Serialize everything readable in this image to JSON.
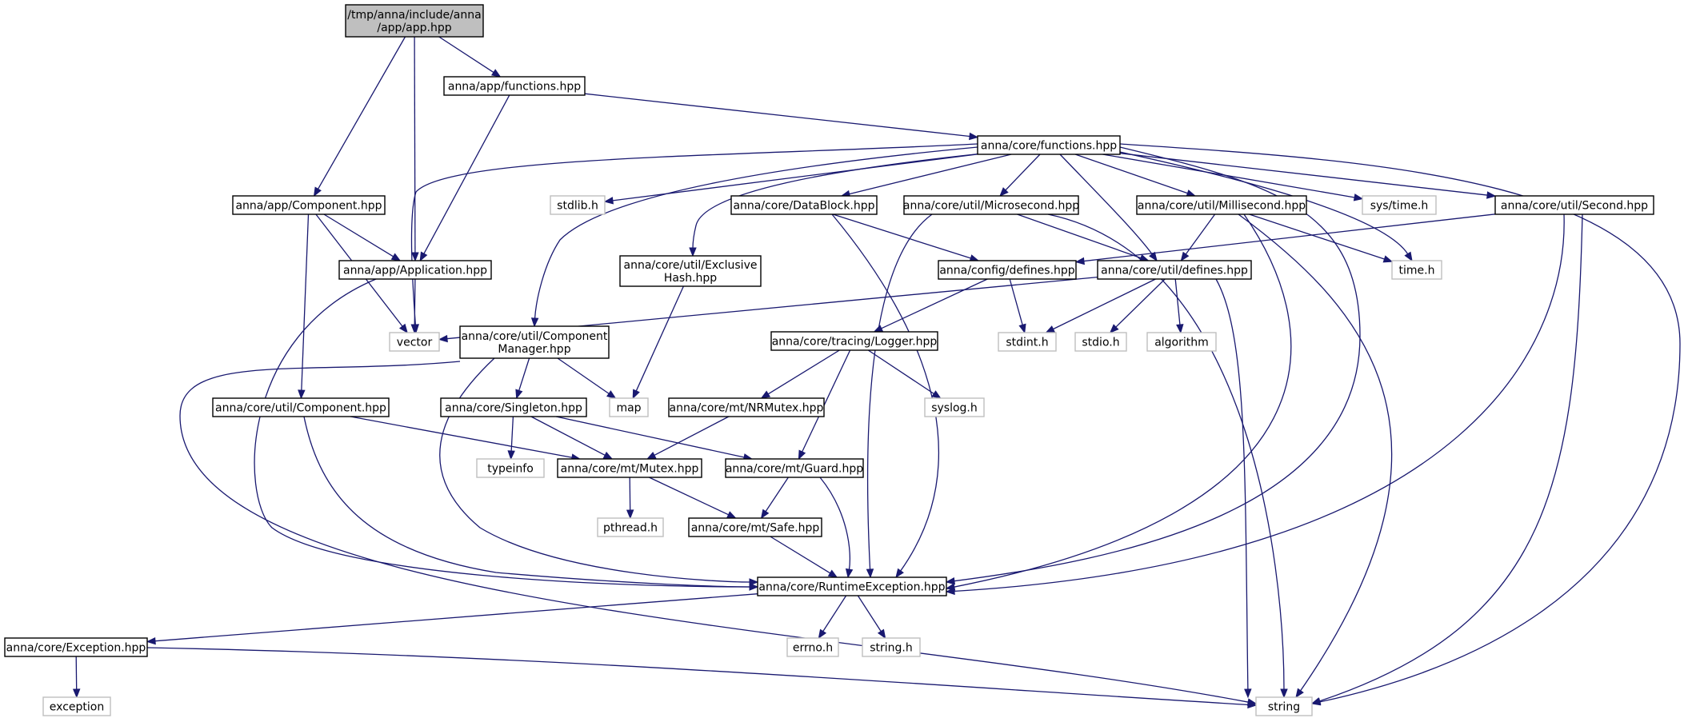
{
  "title": "",
  "colors": {
    "edge": "#191970",
    "root_fill": "#bfbfbf",
    "node_border": "#000000",
    "system_border": "#bfbfbf",
    "background": "#ffffff"
  },
  "nodes": {
    "app": {
      "lines": [
        "/tmp/anna/include/anna",
        "/app/app.hpp"
      ],
      "kind": "root"
    },
    "appfunc": {
      "lines": [
        "anna/app/functions.hpp"
      ],
      "kind": "project"
    },
    "corefunc": {
      "lines": [
        "anna/core/functions.hpp"
      ],
      "kind": "project"
    },
    "appcomp": {
      "lines": [
        "anna/app/Component.hpp"
      ],
      "kind": "project"
    },
    "appappl": {
      "lines": [
        "anna/app/Application.hpp"
      ],
      "kind": "project"
    },
    "vector": {
      "lines": [
        "vector"
      ],
      "kind": "system"
    },
    "stdlib": {
      "lines": [
        "stdlib.h"
      ],
      "kind": "system"
    },
    "datablock": {
      "lines": [
        "anna/core/DataBlock.hpp"
      ],
      "kind": "project"
    },
    "micro": {
      "lines": [
        "anna/core/util/Microsecond.hpp"
      ],
      "kind": "project"
    },
    "milli": {
      "lines": [
        "anna/core/util/Millisecond.hpp"
      ],
      "kind": "project"
    },
    "systime": {
      "lines": [
        "sys/time.h"
      ],
      "kind": "system"
    },
    "second": {
      "lines": [
        "anna/core/util/Second.hpp"
      ],
      "kind": "project"
    },
    "timeh": {
      "lines": [
        "time.h"
      ],
      "kind": "system"
    },
    "exclhash": {
      "lines": [
        "anna/core/util/Exclusive",
        "Hash.hpp"
      ],
      "kind": "project"
    },
    "cfgdef": {
      "lines": [
        "anna/config/defines.hpp"
      ],
      "kind": "project"
    },
    "utildef": {
      "lines": [
        "anna/core/util/defines.hpp"
      ],
      "kind": "project"
    },
    "compmgr": {
      "lines": [
        "anna/core/util/Component",
        "Manager.hpp"
      ],
      "kind": "project"
    },
    "logger": {
      "lines": [
        "anna/core/tracing/Logger.hpp"
      ],
      "kind": "project"
    },
    "stdint": {
      "lines": [
        "stdint.h"
      ],
      "kind": "system"
    },
    "stdio": {
      "lines": [
        "stdio.h"
      ],
      "kind": "system"
    },
    "algorithm": {
      "lines": [
        "algorithm"
      ],
      "kind": "system"
    },
    "utilcomp": {
      "lines": [
        "anna/core/util/Component.hpp"
      ],
      "kind": "project"
    },
    "singleton": {
      "lines": [
        "anna/core/Singleton.hpp"
      ],
      "kind": "project"
    },
    "map": {
      "lines": [
        "map"
      ],
      "kind": "system"
    },
    "nrmutex": {
      "lines": [
        "anna/core/mt/NRMutex.hpp"
      ],
      "kind": "project"
    },
    "syslog": {
      "lines": [
        "syslog.h"
      ],
      "kind": "system"
    },
    "typeinfo": {
      "lines": [
        "typeinfo"
      ],
      "kind": "system"
    },
    "mutex": {
      "lines": [
        "anna/core/mt/Mutex.hpp"
      ],
      "kind": "project"
    },
    "guard": {
      "lines": [
        "anna/core/mt/Guard.hpp"
      ],
      "kind": "project"
    },
    "pthread": {
      "lines": [
        "pthread.h"
      ],
      "kind": "system"
    },
    "safe": {
      "lines": [
        "anna/core/mt/Safe.hpp"
      ],
      "kind": "project"
    },
    "rtexc": {
      "lines": [
        "anna/core/RuntimeException.hpp"
      ],
      "kind": "project"
    },
    "exc": {
      "lines": [
        "anna/core/Exception.hpp"
      ],
      "kind": "project"
    },
    "errno": {
      "lines": [
        "errno.h"
      ],
      "kind": "system"
    },
    "stringh": {
      "lines": [
        "string.h"
      ],
      "kind": "system"
    },
    "exception": {
      "lines": [
        "exception"
      ],
      "kind": "system"
    },
    "string": {
      "lines": [
        "string"
      ],
      "kind": "system"
    }
  },
  "edges": [
    [
      "app",
      "appfunc"
    ],
    [
      "app",
      "appcomp"
    ],
    [
      "app",
      "appappl"
    ],
    [
      "appfunc",
      "corefunc"
    ],
    [
      "appfunc",
      "appappl"
    ],
    [
      "appcomp",
      "appappl"
    ],
    [
      "appcomp",
      "vector"
    ],
    [
      "appcomp",
      "utilcomp"
    ],
    [
      "appappl",
      "vector"
    ],
    [
      "appappl",
      "rtexc"
    ],
    [
      "corefunc",
      "vector"
    ],
    [
      "corefunc",
      "stdlib"
    ],
    [
      "corefunc",
      "compmgr"
    ],
    [
      "corefunc",
      "exclhash"
    ],
    [
      "corefunc",
      "datablock"
    ],
    [
      "corefunc",
      "micro"
    ],
    [
      "corefunc",
      "utildef"
    ],
    [
      "corefunc",
      "milli"
    ],
    [
      "corefunc",
      "systime"
    ],
    [
      "corefunc",
      "second"
    ],
    [
      "corefunc",
      "timeh"
    ],
    [
      "corefunc",
      "rtexc"
    ],
    [
      "corefunc",
      "string"
    ],
    [
      "datablock",
      "cfgdef"
    ],
    [
      "datablock",
      "rtexc"
    ],
    [
      "micro",
      "utildef"
    ],
    [
      "micro",
      "rtexc"
    ],
    [
      "micro",
      "string"
    ],
    [
      "milli",
      "utildef"
    ],
    [
      "milli",
      "timeh"
    ],
    [
      "milli",
      "rtexc"
    ],
    [
      "milli",
      "string"
    ],
    [
      "second",
      "cfgdef"
    ],
    [
      "second",
      "rtexc"
    ],
    [
      "second",
      "string"
    ],
    [
      "exclhash",
      "map"
    ],
    [
      "cfgdef",
      "stdint"
    ],
    [
      "cfgdef",
      "logger"
    ],
    [
      "utildef",
      "vector"
    ],
    [
      "utildef",
      "stdint"
    ],
    [
      "utildef",
      "stdio"
    ],
    [
      "utildef",
      "algorithm"
    ],
    [
      "utildef",
      "string"
    ],
    [
      "compmgr",
      "singleton"
    ],
    [
      "compmgr",
      "map"
    ],
    [
      "compmgr",
      "rtexc"
    ],
    [
      "compmgr",
      "string"
    ],
    [
      "logger",
      "nrmutex"
    ],
    [
      "logger",
      "syslog"
    ],
    [
      "logger",
      "guard"
    ],
    [
      "utilcomp",
      "mutex"
    ],
    [
      "utilcomp",
      "rtexc"
    ],
    [
      "singleton",
      "typeinfo"
    ],
    [
      "singleton",
      "mutex"
    ],
    [
      "singleton",
      "guard"
    ],
    [
      "nrmutex",
      "mutex"
    ],
    [
      "mutex",
      "pthread"
    ],
    [
      "mutex",
      "safe"
    ],
    [
      "guard",
      "safe"
    ],
    [
      "guard",
      "rtexc"
    ],
    [
      "safe",
      "rtexc"
    ],
    [
      "rtexc",
      "exc"
    ],
    [
      "rtexc",
      "errno"
    ],
    [
      "rtexc",
      "stringh"
    ],
    [
      "exc",
      "exception"
    ],
    [
      "exc",
      "string"
    ]
  ]
}
